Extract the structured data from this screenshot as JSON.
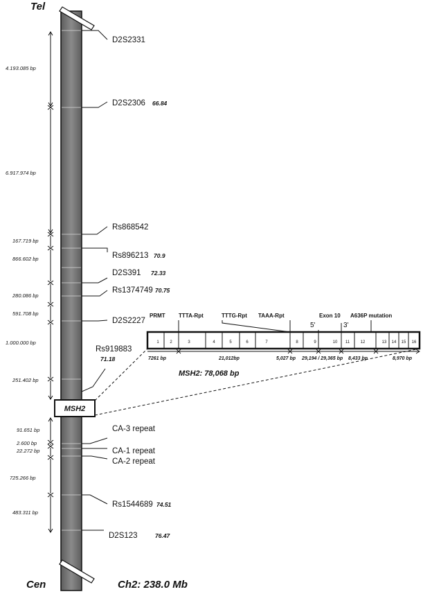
{
  "chromosome": {
    "tel_label": "Tel",
    "cen_label": "Cen",
    "size_label": "Ch2: 238.0 Mb",
    "gene_box_label": "MSH2"
  },
  "markers": [
    {
      "name": "D2S2331",
      "cm": ""
    },
    {
      "name": "D2S2306",
      "cm": "66.84"
    },
    {
      "name": "Rs868542",
      "cm": ""
    },
    {
      "name": "Rs896213",
      "cm": "70.9"
    },
    {
      "name": "D2S391",
      "cm": "72.33"
    },
    {
      "name": "Rs1374749",
      "cm": "70.75"
    },
    {
      "name": "D2S2227",
      "cm": ""
    },
    {
      "name": "Rs919883",
      "cm": "71.18"
    },
    {
      "name": "CA-3 repeat",
      "cm": ""
    },
    {
      "name": "CA-1 repeat",
      "cm": ""
    },
    {
      "name": "CA-2 repeat",
      "cm": ""
    },
    {
      "name": "Rs1544689",
      "cm": "74.51"
    },
    {
      "name": "D2S123",
      "cm": "76.47"
    }
  ],
  "distances": [
    "4.193.085 bp",
    "6.917.974 bp",
    "167.719 bp",
    "866.602 bp",
    "280.086 bp",
    "591.708 bp",
    "1.000.000 bp",
    "251.402 bp",
    "91.651 bp",
    "2.600 bp",
    "22.272 bp",
    "725.266 bp",
    "483.311 bp"
  ],
  "gene": {
    "title": "MSH2: 78,068 bp",
    "features": [
      "PRMT",
      "TTTA-Rpt",
      "TTTG-Rpt",
      "TAAA-Rpt",
      "Exon 10",
      "A636P mutation"
    ],
    "five_prime": "5'",
    "three_prime": "3'",
    "exons": [
      "1",
      "2",
      "3",
      "4",
      "5",
      "6",
      "7",
      "8",
      "9",
      "10",
      "11",
      "12",
      "13",
      "14",
      "15",
      "16"
    ],
    "segments": [
      "7261 bp",
      "21,012bp",
      "5,027 bp",
      "29,194 / 29,365 bp",
      "8,433 bp",
      "8,970 bp"
    ]
  },
  "colors": {
    "chromosome_fill": "#7a7a7a",
    "ink": "#111111"
  }
}
